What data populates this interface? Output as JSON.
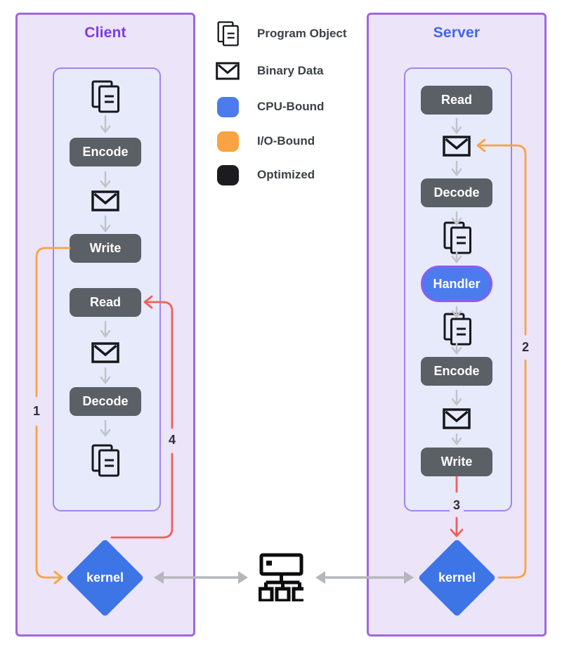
{
  "client": {
    "title": "Client",
    "steps": {
      "encode": "Encode",
      "write": "Write",
      "read": "Read",
      "decode": "Decode"
    },
    "kernel": "kernel"
  },
  "server": {
    "title": "Server",
    "steps": {
      "read": "Read",
      "decode": "Decode",
      "handler": "Handler",
      "encode": "Encode",
      "write": "Write"
    },
    "kernel": "kernel"
  },
  "legend": {
    "items": [
      {
        "icon": "program-object-icon",
        "label": "Program Object"
      },
      {
        "icon": "binary-data-icon",
        "label": "Binary Data"
      },
      {
        "icon": "cpu-bound-swatch",
        "label": "CPU-Bound",
        "color": "#4b7bec"
      },
      {
        "icon": "io-bound-swatch",
        "label": "I/O-Bound",
        "color": "#f9a341"
      },
      {
        "icon": "optimized-swatch",
        "label": "Optimized",
        "color": "#1c1c20"
      }
    ]
  },
  "flow_labels": {
    "1": "1",
    "2": "2",
    "3": "3",
    "4": "4"
  },
  "colors": {
    "client_accent": "#7c3aed",
    "server_accent": "#4365ea",
    "panel_fill": "#ece4f8",
    "panel_border": "#9c68e0",
    "inner_fill": "#e7eafb",
    "inner_border": "#a183ee",
    "step_fill": "#5b5f66",
    "handler_fill": "#4b7bec",
    "handler_border": "#8b5cf6",
    "kernel_fill": "#3d74e6",
    "io_path": "#f9a341",
    "cpu_return_path": "#f15e5e",
    "flow_arrow": "#c2c3c9",
    "link_arrow": "#b6b7bc"
  }
}
